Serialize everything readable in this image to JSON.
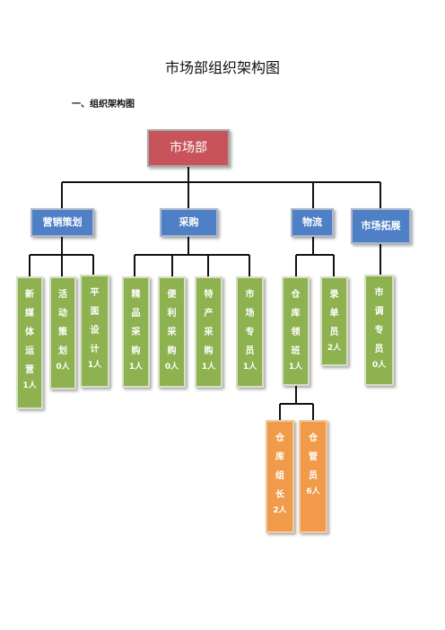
{
  "title": "市场部组织架构图",
  "section_heading": "一、组织架构图",
  "colors": {
    "root": "#c8535a",
    "department": "#4f7fc4",
    "role_green": "#8db24f",
    "role_orange": "#f09a4a"
  },
  "root": "市场部",
  "departments": [
    "营销策划",
    "采购",
    "物流",
    "市场拓展"
  ],
  "roles": [
    {
      "chars": [
        "新",
        "媒",
        "体",
        "运",
        "营"
      ],
      "count": "1人"
    },
    {
      "chars": [
        "活",
        "动",
        "策",
        "划"
      ],
      "count": "0人"
    },
    {
      "chars": [
        "平",
        "面",
        "设",
        "计"
      ],
      "count": "1人"
    },
    {
      "chars": [
        "精",
        "品",
        "采",
        "购"
      ],
      "count": "1人"
    },
    {
      "chars": [
        "便",
        "利",
        "采",
        "购"
      ],
      "count": "0人"
    },
    {
      "chars": [
        "特",
        "产",
        "采",
        "购"
      ],
      "count": "1人"
    },
    {
      "chars": [
        "市",
        "场",
        "专",
        "员"
      ],
      "count": "1人"
    },
    {
      "chars": [
        "仓",
        "库",
        "领",
        "班"
      ],
      "count": "1人"
    },
    {
      "chars": [
        "录",
        "单",
        "员"
      ],
      "count": "2人"
    },
    {
      "chars": [
        "市",
        "调",
        "专",
        "员"
      ],
      "count": "0人"
    },
    {
      "chars": [
        "仓",
        "库",
        "组",
        "长"
      ],
      "count": "2人"
    },
    {
      "chars": [
        "仓",
        "管",
        "员"
      ],
      "count": "6人"
    }
  ]
}
